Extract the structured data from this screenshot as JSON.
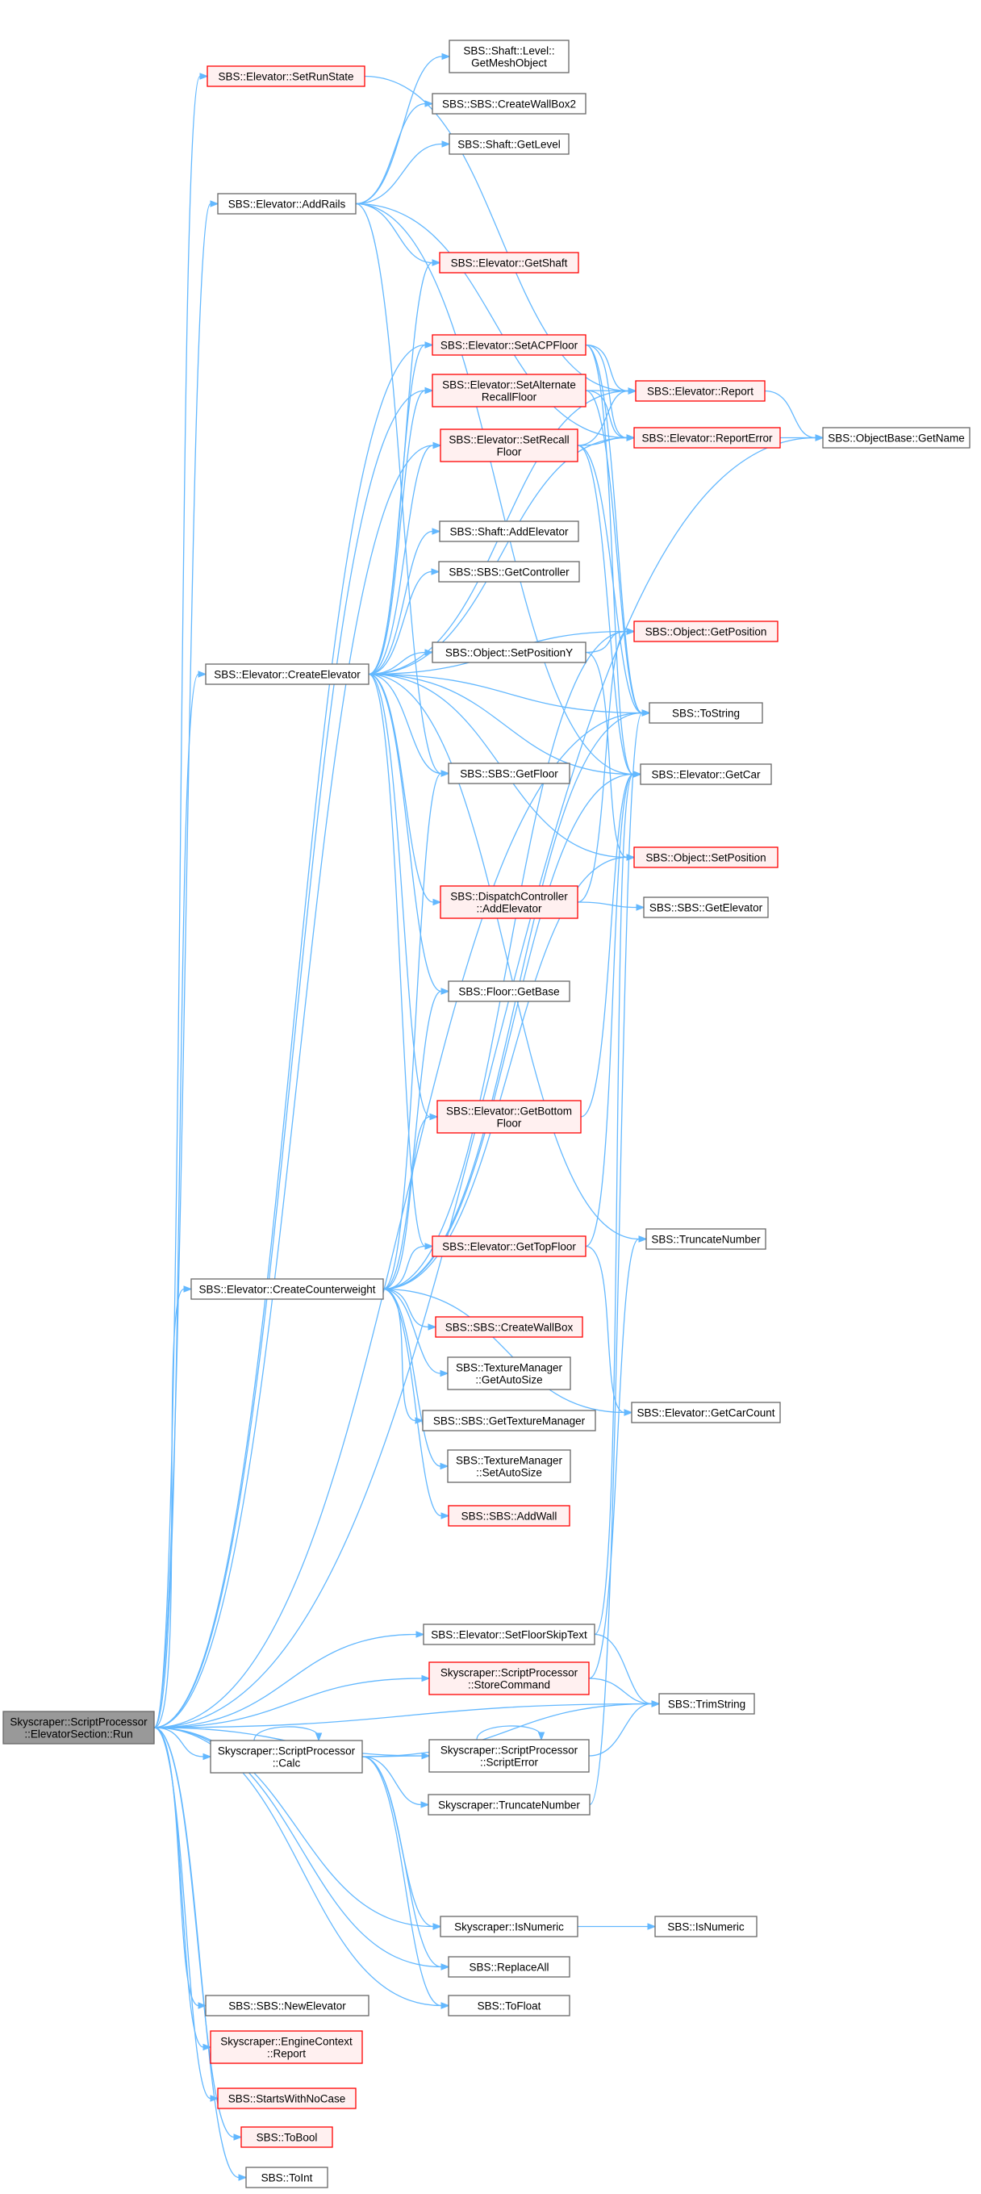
{
  "colors": {
    "edge": "#63b8ff",
    "node_fill": "#ffffff",
    "node_border": "#666666",
    "truncated_fill": "#fff0f0",
    "truncated_border": "#ff0000",
    "root_fill": "#999999",
    "root_border": "#666666"
  },
  "nodes": [
    {
      "id": "root",
      "lines": [
        "Skyscraper::ScriptProcessor",
        "::ElevatorSection::Run"
      ],
      "style": "root"
    },
    {
      "id": "setrunstate",
      "lines": [
        "SBS::Elevator::SetRunState"
      ],
      "style": "truncated"
    },
    {
      "id": "addrails",
      "lines": [
        "SBS::Elevator::AddRails"
      ],
      "style": "normal"
    },
    {
      "id": "createelevator",
      "lines": [
        "SBS::Elevator::CreateElevator"
      ],
      "style": "normal"
    },
    {
      "id": "createcounterweight",
      "lines": [
        "SBS::Elevator::CreateCounterweight"
      ],
      "style": "normal"
    },
    {
      "id": "calc",
      "lines": [
        "Skyscraper::ScriptProcessor",
        "::Calc"
      ],
      "style": "normal"
    },
    {
      "id": "getmeshobject",
      "lines": [
        "SBS::Shaft::Level::",
        "GetMeshObject"
      ],
      "style": "normal"
    },
    {
      "id": "createwallbox2",
      "lines": [
        "SBS::SBS::CreateWallBox2"
      ],
      "style": "normal"
    },
    {
      "id": "shaftgetlevel",
      "lines": [
        "SBS::Shaft::GetLevel"
      ],
      "style": "normal"
    },
    {
      "id": "getshaft",
      "lines": [
        "SBS::Elevator::GetShaft"
      ],
      "style": "truncated"
    },
    {
      "id": "setacpfloor",
      "lines": [
        "SBS::Elevator::SetACPFloor"
      ],
      "style": "truncated"
    },
    {
      "id": "setalternaterecall",
      "lines": [
        "SBS::Elevator::SetAlternate",
        "RecallFloor"
      ],
      "style": "truncated"
    },
    {
      "id": "setrecallfloor",
      "lines": [
        "SBS::Elevator::SetRecall",
        "Floor"
      ],
      "style": "truncated"
    },
    {
      "id": "shaftaddelevator",
      "lines": [
        "SBS::Shaft::AddElevator"
      ],
      "style": "normal"
    },
    {
      "id": "getcontroller",
      "lines": [
        "SBS::SBS::GetController"
      ],
      "style": "normal"
    },
    {
      "id": "setpositiony",
      "lines": [
        "SBS::Object::SetPositionY"
      ],
      "style": "normal"
    },
    {
      "id": "sbsgetfloor",
      "lines": [
        "SBS::SBS::GetFloor"
      ],
      "style": "normal"
    },
    {
      "id": "dispatchaddelevator",
      "lines": [
        "SBS::DispatchController",
        "::AddElevator"
      ],
      "style": "truncated"
    },
    {
      "id": "floorgetbase",
      "lines": [
        "SBS::Floor::GetBase"
      ],
      "style": "normal"
    },
    {
      "id": "getbottomfloor",
      "lines": [
        "SBS::Elevator::GetBottom",
        "Floor"
      ],
      "style": "truncated"
    },
    {
      "id": "gettopfloor",
      "lines": [
        "SBS::Elevator::GetTopFloor"
      ],
      "style": "truncated"
    },
    {
      "id": "createwallbox",
      "lines": [
        "SBS::SBS::CreateWallBox"
      ],
      "style": "truncated"
    },
    {
      "id": "tmgetautosize",
      "lines": [
        "SBS::TextureManager",
        "::GetAutoSize"
      ],
      "style": "normal"
    },
    {
      "id": "gettexturemanager",
      "lines": [
        "SBS::SBS::GetTextureManager"
      ],
      "style": "normal"
    },
    {
      "id": "tmsetautosize",
      "lines": [
        "SBS::TextureManager",
        "::SetAutoSize"
      ],
      "style": "normal"
    },
    {
      "id": "addwall",
      "lines": [
        "SBS::SBS::AddWall"
      ],
      "style": "truncated"
    },
    {
      "id": "setfloorskiptext",
      "lines": [
        "SBS::Elevator::SetFloorSkipText"
      ],
      "style": "normal"
    },
    {
      "id": "storecommand",
      "lines": [
        "Skyscraper::ScriptProcessor",
        "::StoreCommand"
      ],
      "style": "truncated"
    },
    {
      "id": "scripterror",
      "lines": [
        "Skyscraper::ScriptProcessor",
        "::ScriptError"
      ],
      "style": "normal"
    },
    {
      "id": "skytruncatenumber",
      "lines": [
        "Skyscraper::TruncateNumber"
      ],
      "style": "normal"
    },
    {
      "id": "skyisnumeric",
      "lines": [
        "Skyscraper::IsNumeric"
      ],
      "style": "normal"
    },
    {
      "id": "replaceall",
      "lines": [
        "SBS::ReplaceAll"
      ],
      "style": "normal"
    },
    {
      "id": "tofloat",
      "lines": [
        "SBS::ToFloat"
      ],
      "style": "normal"
    },
    {
      "id": "newelevator",
      "lines": [
        "SBS::SBS::NewElevator"
      ],
      "style": "normal"
    },
    {
      "id": "enginereport",
      "lines": [
        "Skyscraper::EngineContext",
        "::Report"
      ],
      "style": "truncated"
    },
    {
      "id": "startswithnocase",
      "lines": [
        "SBS::StartsWithNoCase"
      ],
      "style": "truncated"
    },
    {
      "id": "tobool",
      "lines": [
        "SBS::ToBool"
      ],
      "style": "truncated"
    },
    {
      "id": "toint",
      "lines": [
        "SBS::ToInt"
      ],
      "style": "normal"
    },
    {
      "id": "report",
      "lines": [
        "SBS::Elevator::Report"
      ],
      "style": "truncated"
    },
    {
      "id": "reporterror",
      "lines": [
        "SBS::Elevator::ReportError"
      ],
      "style": "truncated"
    },
    {
      "id": "getposition",
      "lines": [
        "SBS::Object::GetPosition"
      ],
      "style": "truncated"
    },
    {
      "id": "tostring",
      "lines": [
        "SBS::ToString"
      ],
      "style": "normal"
    },
    {
      "id": "getcar",
      "lines": [
        "SBS::Elevator::GetCar"
      ],
      "style": "normal"
    },
    {
      "id": "setposition",
      "lines": [
        "SBS::Object::SetPosition"
      ],
      "style": "truncated"
    },
    {
      "id": "sbsgetelevator",
      "lines": [
        "SBS::SBS::GetElevator"
      ],
      "style": "normal"
    },
    {
      "id": "sbstruncatenumber",
      "lines": [
        "SBS::TruncateNumber"
      ],
      "style": "normal"
    },
    {
      "id": "getcarcount",
      "lines": [
        "SBS::Elevator::GetCarCount"
      ],
      "style": "normal"
    },
    {
      "id": "trimstring",
      "lines": [
        "SBS::TrimString"
      ],
      "style": "normal"
    },
    {
      "id": "sbsisnumeric",
      "lines": [
        "SBS::IsNumeric"
      ],
      "style": "normal"
    },
    {
      "id": "getname",
      "lines": [
        "SBS::ObjectBase::GetName"
      ],
      "style": "normal"
    }
  ],
  "edges": [
    [
      "root",
      "setrunstate"
    ],
    [
      "root",
      "addrails"
    ],
    [
      "root",
      "createelevator"
    ],
    [
      "root",
      "createcounterweight"
    ],
    [
      "root",
      "setfloorskiptext"
    ],
    [
      "root",
      "storecommand"
    ],
    [
      "root",
      "scripterror"
    ],
    [
      "root",
      "calc"
    ],
    [
      "root",
      "skyisnumeric"
    ],
    [
      "root",
      "replaceall"
    ],
    [
      "root",
      "tofloat"
    ],
    [
      "root",
      "newelevator"
    ],
    [
      "root",
      "enginereport"
    ],
    [
      "root",
      "startswithnocase"
    ],
    [
      "root",
      "tobool"
    ],
    [
      "root",
      "toint"
    ],
    [
      "root",
      "trimstring"
    ],
    [
      "root",
      "tostring"
    ],
    [
      "root",
      "setacpfloor"
    ],
    [
      "root",
      "setalternaterecall"
    ],
    [
      "root",
      "setrecallfloor"
    ],
    [
      "root",
      "getname"
    ],
    [
      "setrunstate",
      "report"
    ],
    [
      "addrails",
      "getmeshobject"
    ],
    [
      "addrails",
      "createwallbox2"
    ],
    [
      "addrails",
      "shaftgetlevel"
    ],
    [
      "addrails",
      "getshaft"
    ],
    [
      "addrails",
      "reporterror"
    ],
    [
      "addrails",
      "getcar"
    ],
    [
      "addrails",
      "sbsgetfloor"
    ],
    [
      "createelevator",
      "getshaft"
    ],
    [
      "createelevator",
      "setacpfloor"
    ],
    [
      "createelevator",
      "setalternaterecall"
    ],
    [
      "createelevator",
      "setrecallfloor"
    ],
    [
      "createelevator",
      "shaftaddelevator"
    ],
    [
      "createelevator",
      "getcontroller"
    ],
    [
      "createelevator",
      "setpositiony"
    ],
    [
      "createelevator",
      "sbsgetfloor"
    ],
    [
      "createelevator",
      "dispatchaddelevator"
    ],
    [
      "createelevator",
      "floorgetbase"
    ],
    [
      "createelevator",
      "getbottomfloor"
    ],
    [
      "createelevator",
      "gettopfloor"
    ],
    [
      "createelevator",
      "report"
    ],
    [
      "createelevator",
      "reporterror"
    ],
    [
      "createelevator",
      "getposition"
    ],
    [
      "createelevator",
      "tostring"
    ],
    [
      "createelevator",
      "getcar"
    ],
    [
      "createelevator",
      "setposition"
    ],
    [
      "createelevator",
      "sbstruncatenumber"
    ],
    [
      "createcounterweight",
      "sbsgetfloor"
    ],
    [
      "createcounterweight",
      "floorgetbase"
    ],
    [
      "createcounterweight",
      "getbottomfloor"
    ],
    [
      "createcounterweight",
      "gettopfloor"
    ],
    [
      "createcounterweight",
      "createwallbox"
    ],
    [
      "createcounterweight",
      "tmgetautosize"
    ],
    [
      "createcounterweight",
      "gettexturemanager"
    ],
    [
      "createcounterweight",
      "tmsetautosize"
    ],
    [
      "createcounterweight",
      "addwall"
    ],
    [
      "createcounterweight",
      "getcarcount"
    ],
    [
      "createcounterweight",
      "getposition"
    ],
    [
      "createcounterweight",
      "tostring"
    ],
    [
      "createcounterweight",
      "getcar"
    ],
    [
      "createcounterweight",
      "setposition"
    ],
    [
      "setacpfloor",
      "report"
    ],
    [
      "setacpfloor",
      "reporterror"
    ],
    [
      "setacpfloor",
      "tostring"
    ],
    [
      "setacpfloor",
      "getcar"
    ],
    [
      "setalternaterecall",
      "report"
    ],
    [
      "setalternaterecall",
      "reporterror"
    ],
    [
      "setalternaterecall",
      "tostring"
    ],
    [
      "setrecallfloor",
      "report"
    ],
    [
      "setrecallfloor",
      "reporterror"
    ],
    [
      "setrecallfloor",
      "tostring"
    ],
    [
      "setrecallfloor",
      "getcar"
    ],
    [
      "setpositiony",
      "getposition"
    ],
    [
      "setpositiony",
      "setposition"
    ],
    [
      "dispatchaddelevator",
      "sbsgetelevator"
    ],
    [
      "dispatchaddelevator",
      "getposition"
    ],
    [
      "getbottomfloor",
      "getcar"
    ],
    [
      "gettopfloor",
      "getcar"
    ],
    [
      "gettopfloor",
      "getcarcount"
    ],
    [
      "setfloorskiptext",
      "trimstring"
    ],
    [
      "setfloorskiptext",
      "getcar"
    ],
    [
      "storecommand",
      "trimstring"
    ],
    [
      "storecommand",
      "sbstruncatenumber"
    ],
    [
      "scripterror",
      "scripterror"
    ],
    [
      "scripterror",
      "trimstring"
    ],
    [
      "calc",
      "calc"
    ],
    [
      "calc",
      "scripterror"
    ],
    [
      "calc",
      "skytruncatenumber"
    ],
    [
      "calc",
      "skyisnumeric"
    ],
    [
      "calc",
      "replaceall"
    ],
    [
      "calc",
      "tofloat"
    ],
    [
      "calc",
      "trimstring"
    ],
    [
      "skytruncatenumber",
      "tostring"
    ],
    [
      "skyisnumeric",
      "sbsisnumeric"
    ],
    [
      "report",
      "getname"
    ],
    [
      "reporterror",
      "getname"
    ]
  ]
}
